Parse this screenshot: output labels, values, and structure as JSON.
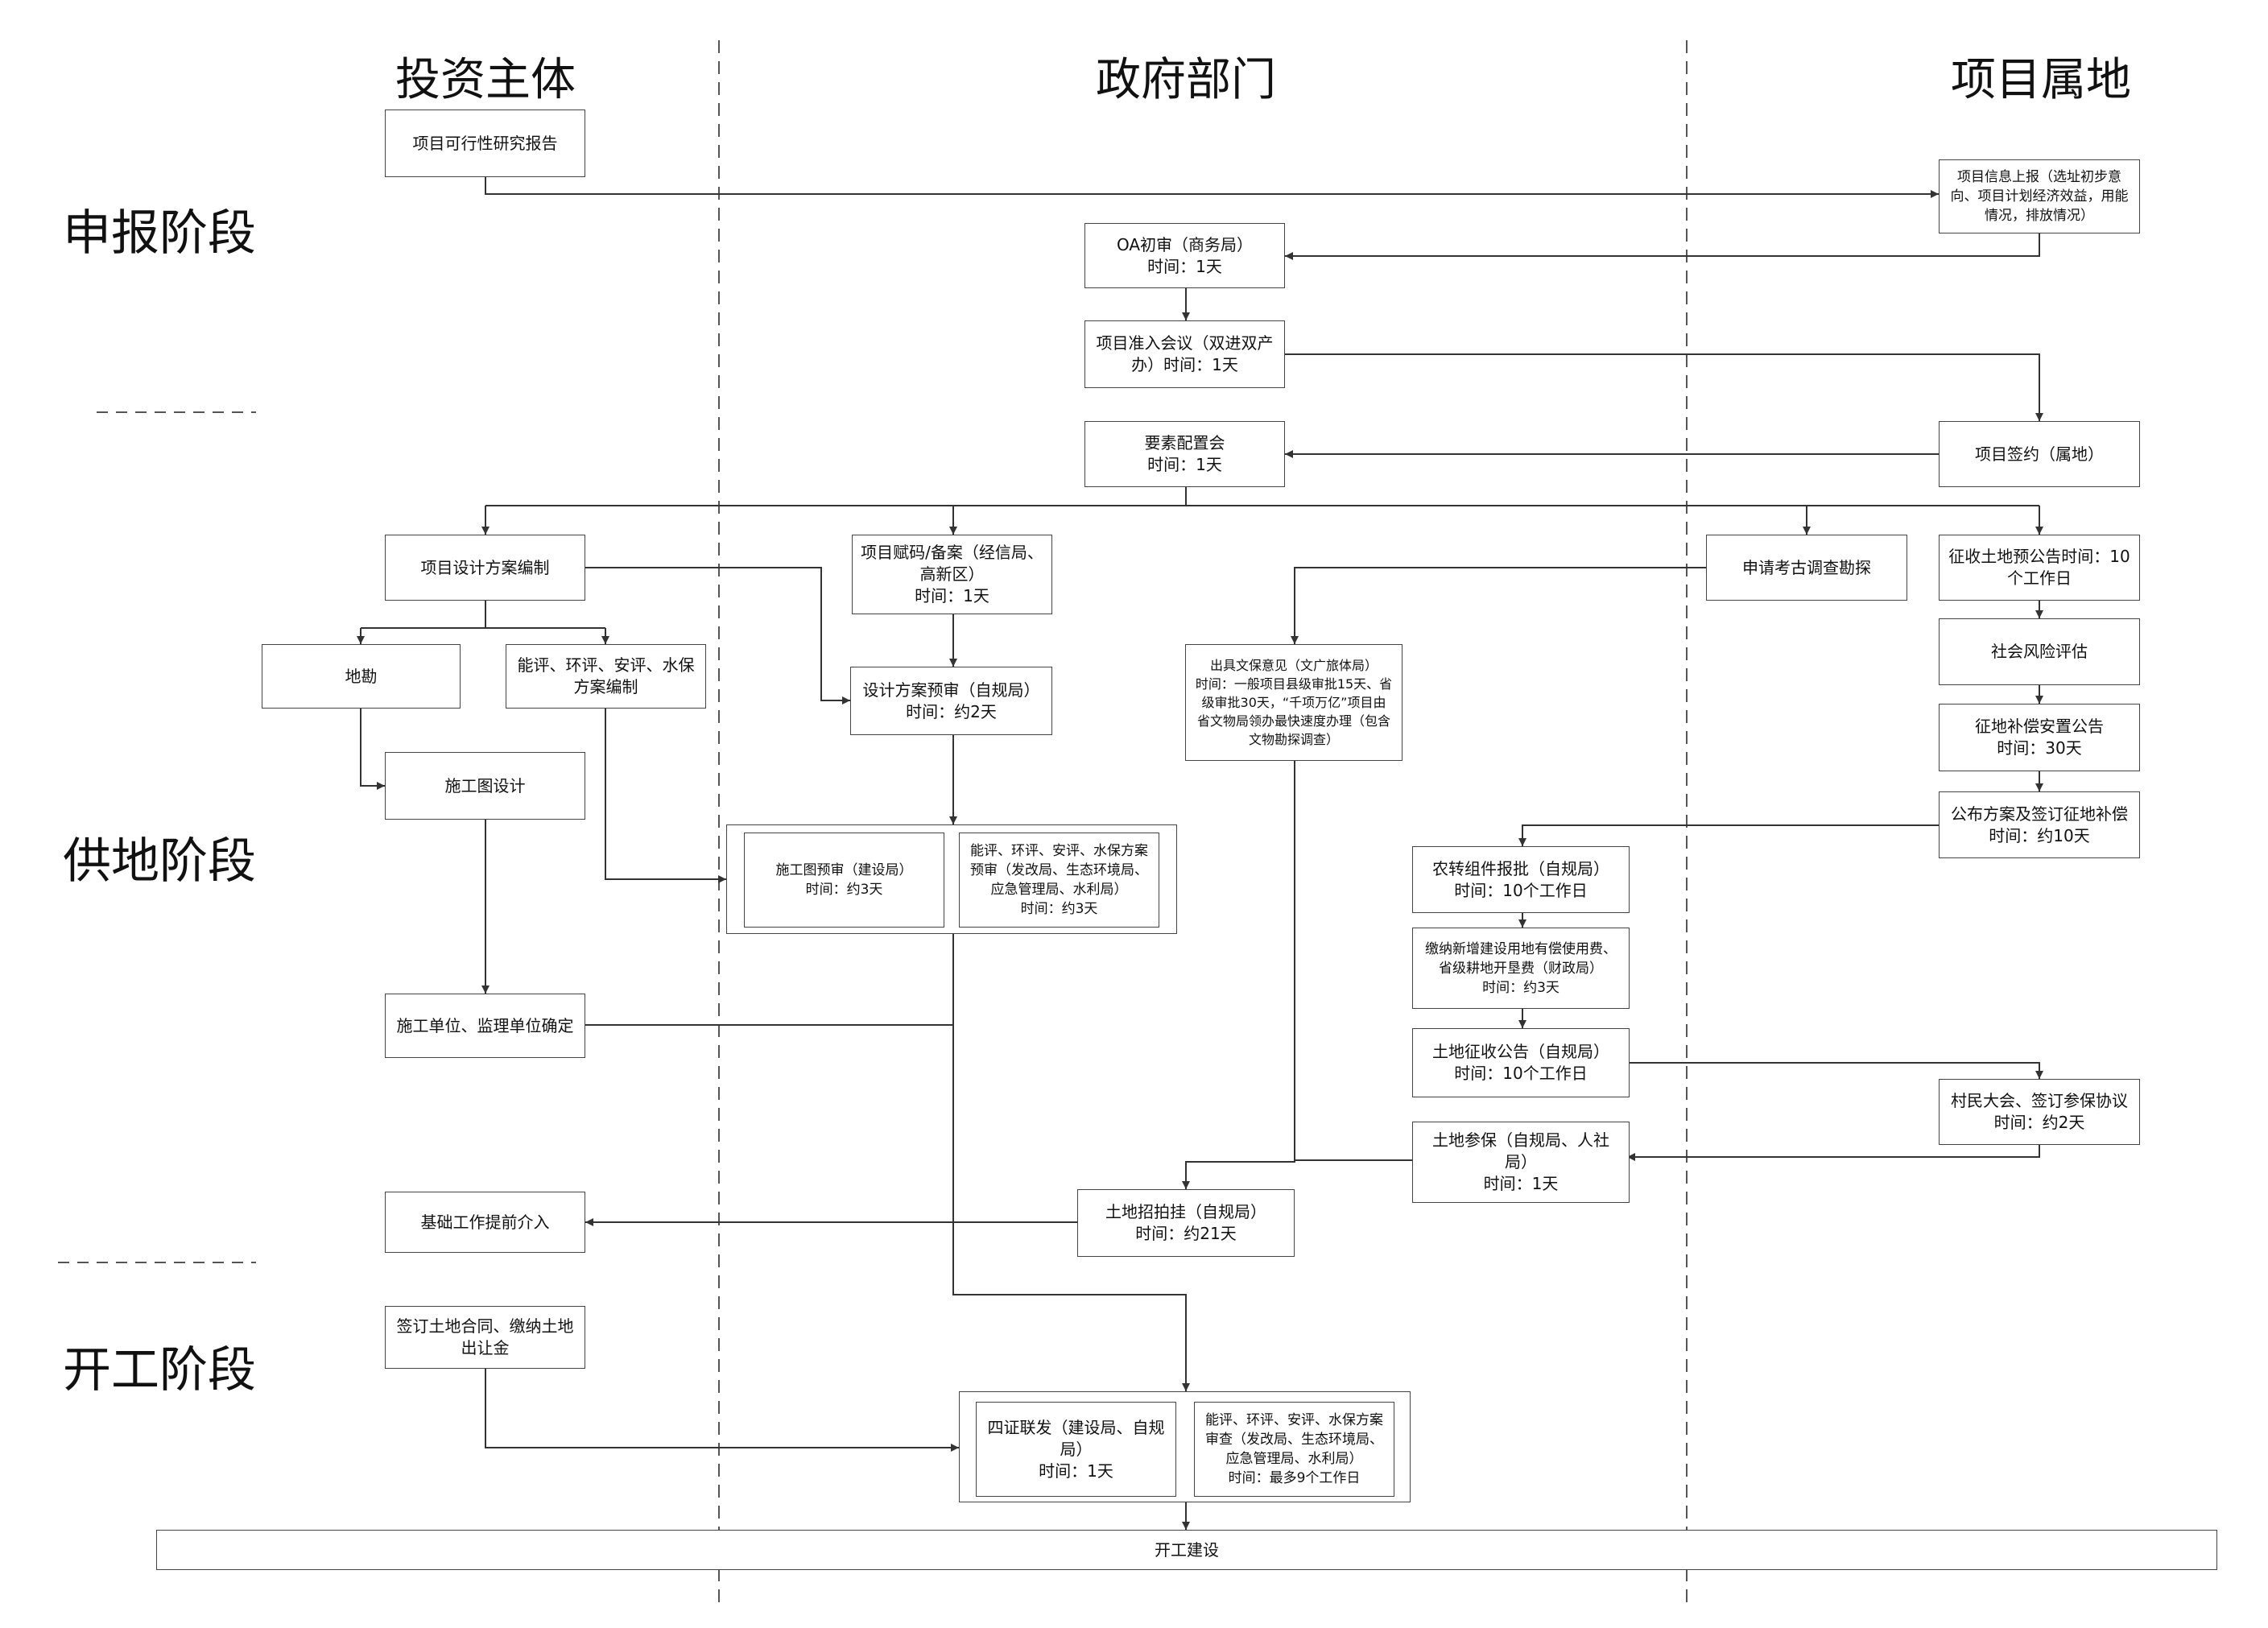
{
  "columns": {
    "investor": "投资主体",
    "government": "政府部门",
    "local": "项目属地"
  },
  "phases": {
    "apply": "申报阶段",
    "land": "供地阶段",
    "start": "开工阶段"
  },
  "boxes": {
    "feasibility": "项目可行性研究报告",
    "info_report": "项目信息上报（选址初步意\n向、项目计划经济效益，用能\n情况，排放情况）",
    "oa_review": "OA初审（商务局）\n时间：1天",
    "access_meeting": "项目准入会议（双进双产\n办）时间：1天",
    "factor_meeting": "要素配置会\n时间：1天",
    "signing": "项目签约（属地）",
    "design_plan": "项目设计方案编制",
    "coding": "项目赋码/备案（经信局、\n高新区）\n时间：1天",
    "archaeology": "申请考古调查勘探",
    "land_notice": "征收土地预公告时间：10\n个工作日",
    "survey": "地勘",
    "assessment_prep": "能评、环评、安评、水保\n方案编制",
    "design_review": "设计方案预审（自规局）\n时间：约2天",
    "relic_opinion": "出具文保意见（文广旅体局）\n时间：一般项目县级审批15天、省\n级审批30天，“千项万亿”项目由\n省文物局领办最快速度办理（包含\n文物勘探调查）",
    "risk": "社会风险评估",
    "compensation_notice": "征地补偿安置公告\n时间：30天",
    "construction_design": "施工图设计",
    "publish_plan": "公布方案及签订征地补偿\n时间：约10天",
    "drawing_prereview": "施工图预审（建设局）\n时间：约3天",
    "assessment_prereview": "能评、环评、安评、水保方案\n预审（发改局、生态环境局、\n应急管理局、水利局）\n时间：约3天",
    "farm_conversion": "农转组件报批（自规局）\n时间：10个工作日",
    "fees": "缴纳新增建设用地有偿使用费、\n省级耕地开垦费（财政局）\n时间：约3天",
    "contractor": "施工单位、监理单位确定",
    "land_announce": "土地征收公告（自规局）\n时间：10个工作日",
    "villager_meeting": "村民大会、签订参保协议\n时间：约2天",
    "land_insurance": "土地参保（自规局、人社局）\n时间：1天",
    "foundation": "基础工作提前介入",
    "auction": "土地招拍挂（自规局）\n时间：约21天",
    "land_contract": "签订土地合同、缴纳土地\n出让金",
    "four_certs": "四证联发（建设局、自规\n局）\n时间：1天",
    "assessment_review": "能评、环评、安评、水保方案\n审查（发改局、生态环境局、\n应急管理局、水利局）\n时间：最多9个工作日",
    "start_construction": "开工建设"
  },
  "colors": {
    "line": "#333333",
    "dash": "#555555",
    "border": "#444444"
  }
}
